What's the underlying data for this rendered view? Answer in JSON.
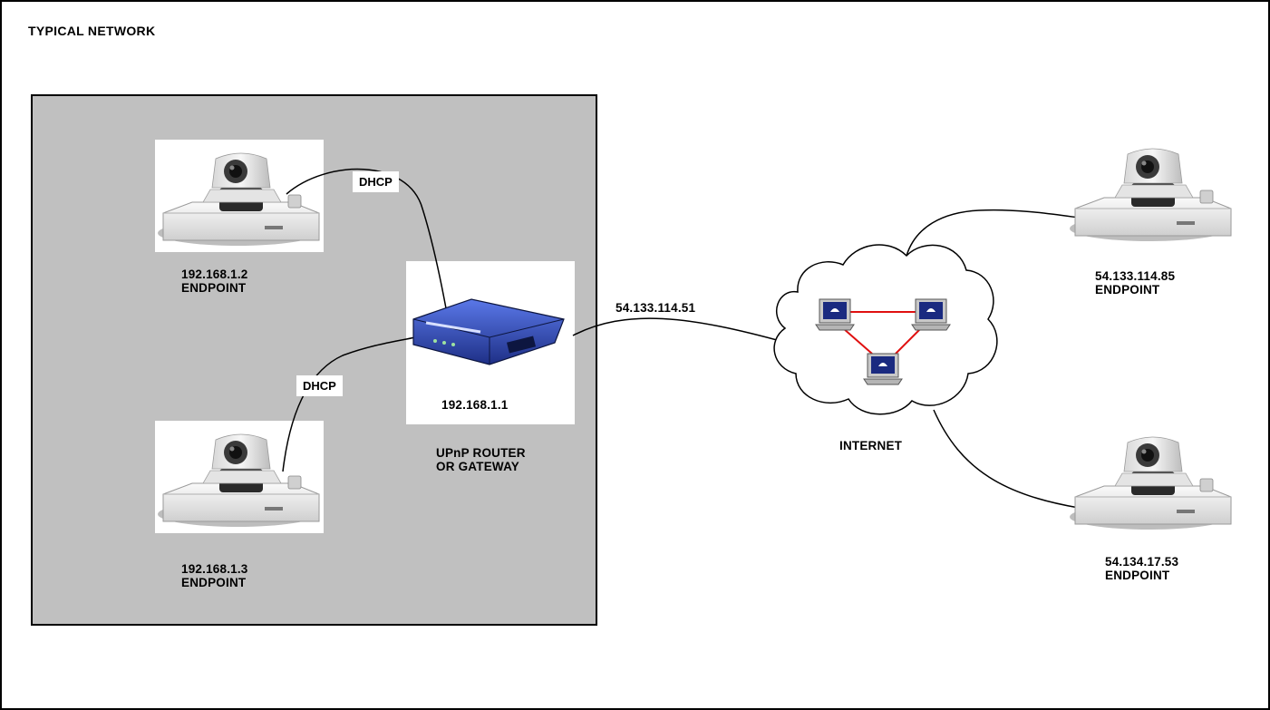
{
  "title": "TYPICAL NETWORK",
  "local_network": {
    "endpoint_top": {
      "ip": "192.168.1.2",
      "role": "ENDPOINT"
    },
    "endpoint_bottom": {
      "ip": "192.168.1.3",
      "role": "ENDPOINT"
    },
    "router": {
      "ip": "192.168.1.1",
      "name_line1": "UPnP ROUTER",
      "name_line2": "OR GATEWAY"
    },
    "link_label_top": "DHCP",
    "link_label_bottom": "DHCP"
  },
  "wan_ip": "54.133.114.51",
  "internet": {
    "label": "INTERNET"
  },
  "remote": {
    "endpoint_top": {
      "ip": "54.133.114.85",
      "role": "ENDPOINT"
    },
    "endpoint_bottom": {
      "ip": "54.134.17.53",
      "role": "ENDPOINT"
    }
  },
  "colors": {
    "lan_box": "#c0c0c0",
    "router_body": "#3a55c8",
    "mesh_link": "#e01010",
    "camera_body": "#e9e9e9"
  }
}
